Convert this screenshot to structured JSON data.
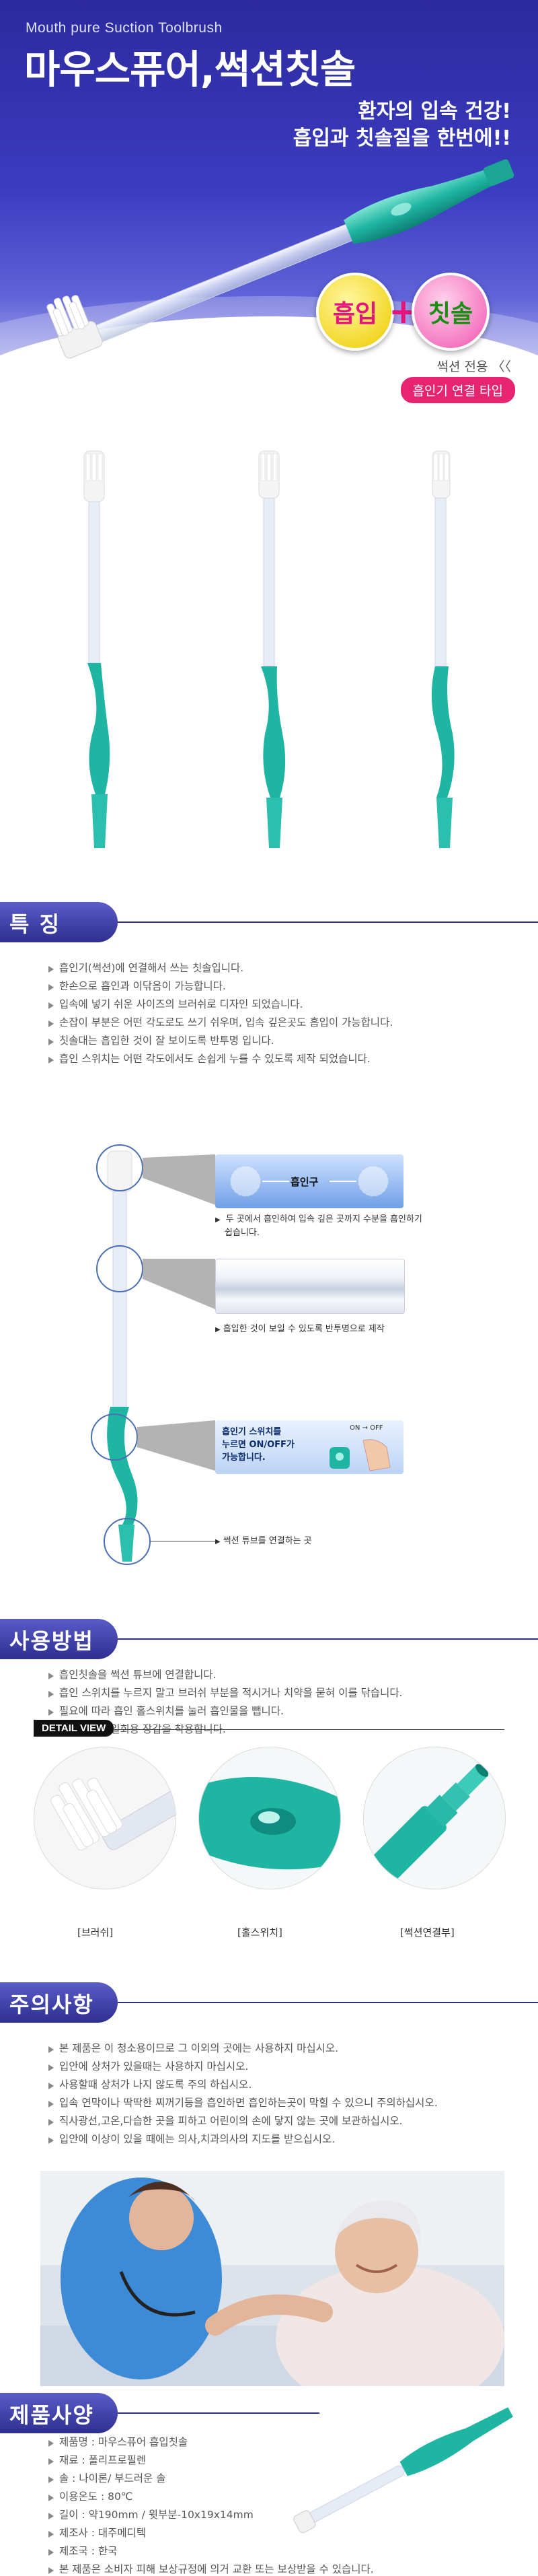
{
  "hero": {
    "subtitle": "Mouth pure Suction Toolbrush",
    "title": "마우스퓨어,썩션칫솔",
    "slogan_line1": "환자의 입속 건강!",
    "slogan_line2": "흡입과 칫솔질을 한번에!!",
    "badge_suction": "흡입",
    "badge_plus": "+",
    "badge_brush": "칫솔",
    "only_label": "썩션 전용 〈〈",
    "type_label": "흡인기 연결 타입"
  },
  "features": {
    "title": "특 징",
    "items": [
      "흡인기(썩션)에 연결해서 쓰는 칫솔입니다.",
      "한손으로 흡인과 이닦음이 가능합니다.",
      "입속에 넣기 쉬운 사이즈의 브러쉬로 디자인 되었습니다.",
      "손잡이 부분은 어떤 각도로도 쓰기 쉬우며, 입속 깊은곳도 흡입이 가능합니다.",
      "칫솔대는 흡입한 것이 잘 보이도록 반투명 입니다.",
      "흡인 스위치는 어떤 각도에서도 손쉽게 누를 수 있도록 제작 되었습니다."
    ]
  },
  "diagram": {
    "inlet_label": "흡인구",
    "note1_line1": "두 곳에서 흡인하여 입속 깊은 곳까지 수분을 흡인하기",
    "note1_line2": "쉽습니다.",
    "note2": "흡입한 것이 보일 수 있도록 반투명으로 제작",
    "switch_line1": "흡인기 스위치를",
    "switch_line2": "누르면 ON/OFF가",
    "switch_line3": "가능합니다.",
    "switch_on": "ON",
    "switch_off": "OFF",
    "note4": "썩션 튜브를 연결하는 곳"
  },
  "usage": {
    "title": "사용방법",
    "items": [
      "흡인칫솔을 썩션 튜브에 연결합니다.",
      "흡인 스위치를 누르지 말고 브러쉬 부분을 적시거나 치약을 묻혀 이를 닦습니다.",
      "필요에 따라 흡인 홀스위치를 눌러 흡인물을 뺍니다.",
      "사용중에는 일회용 장갑을 착용합니다."
    ]
  },
  "detail": {
    "tag": "DETAIL VIEW",
    "captions": [
      "[브러쉬]",
      "[홀스위치]",
      "[썩션연결부]"
    ]
  },
  "caution": {
    "title": "주의사항",
    "items": [
      "본 제품은 이 청소용이므로 그 이외의 곳에는 사용하지 마십시오.",
      "입안에 상처가 있을때는 사용하지 마십시오.",
      "사용할때 상처가 나지 않도록 주의 하십시오.",
      "입속 연막이나 딱딱한 찌꺼기등을 흡인하면 흡인하는곳이 막힐 수 있으니 주의하십시오.",
      "직사광선,고온,다습한 곳을 피하고 어린이의 손에 닿지 않는 곳에 보관하십시오.",
      "입안에 이상이 있을 때에는 의사,치과의사의 지도를 받으십시오."
    ]
  },
  "spec": {
    "title": "제품사양",
    "items": [
      "제품명 : 마우스퓨어 흡입칫솔",
      "재료 : 폴리프로필렌",
      "솔 : 나이론/ 부드러운 솔",
      "이용온도 : 80℃",
      "길이 : 약190mm / 윗부분-10x19x14mm",
      "제조사 : 대주메디텍",
      "제조국 : 한국",
      "본 제품은 소비자 피해 보상규정에 의거 교환 또는 보상받을 수 있습니다."
    ]
  },
  "colors": {
    "hero_blue": "#2c2a9e",
    "section_blue": "#2e2f8f",
    "accent_pink": "#e6246f",
    "teal": "#1fb5a3"
  }
}
